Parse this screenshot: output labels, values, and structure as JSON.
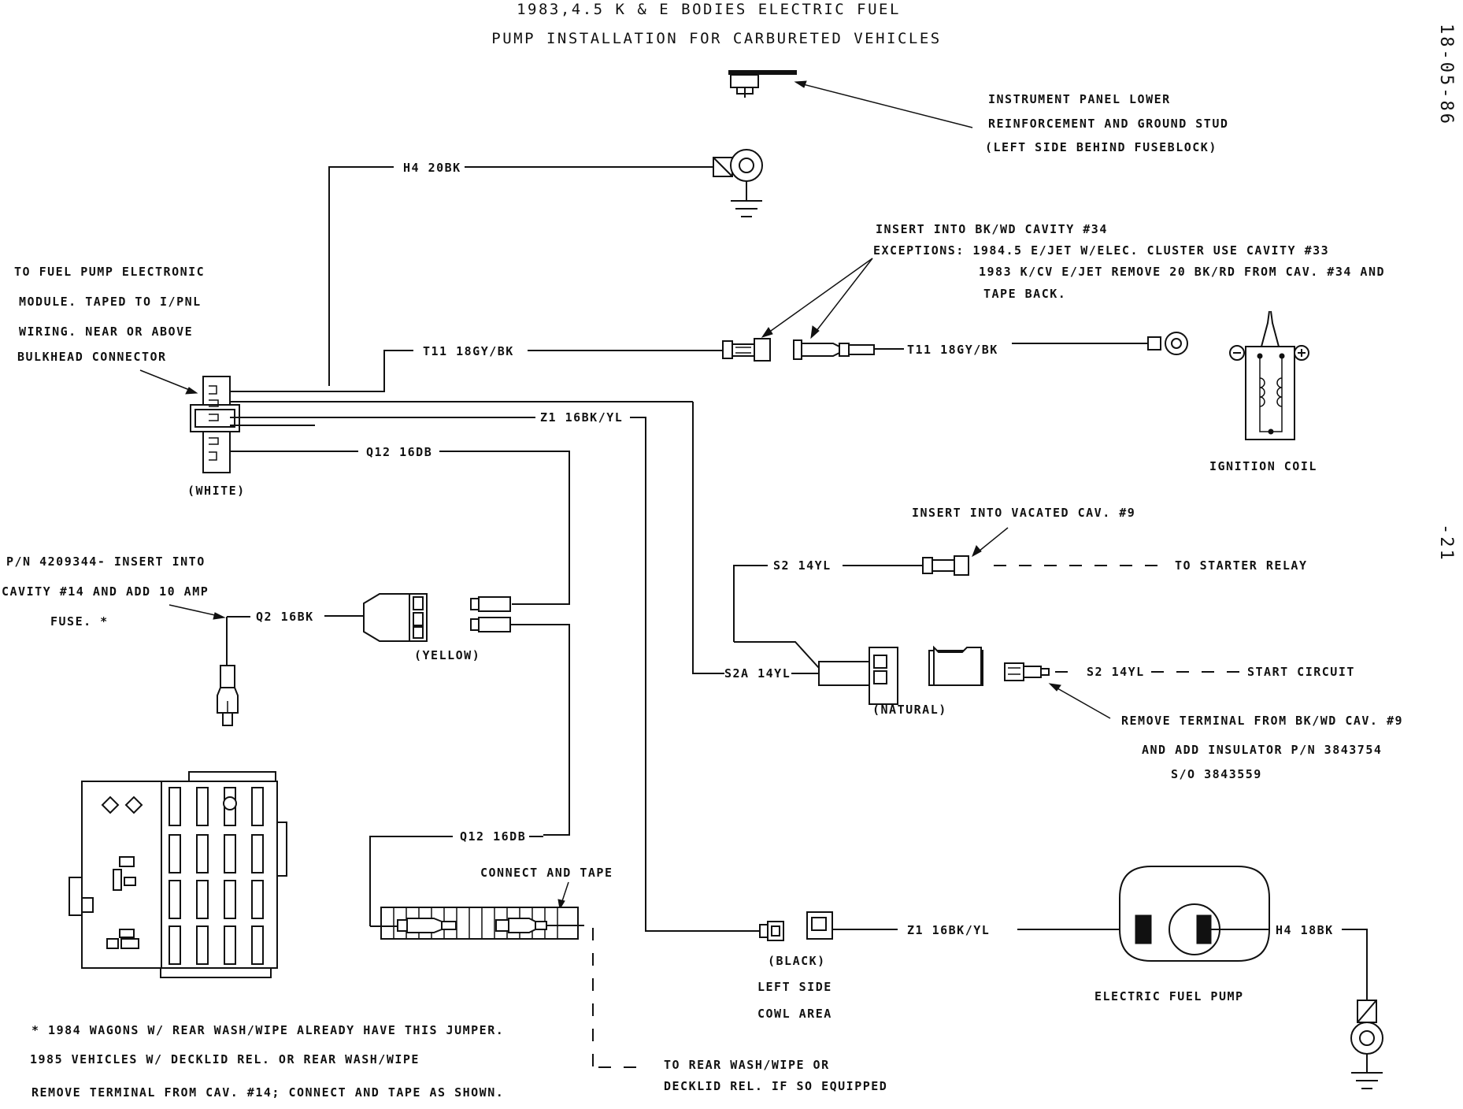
{
  "title": {
    "line1": "1983,4.5 K & E BODIES ELECTRIC FUEL",
    "line2": "PUMP INSTALLATION FOR CARBURETED VEHICLES"
  },
  "side_labels": {
    "code": "18-05-86",
    "page": "-21"
  },
  "labels": {
    "ground_stud": [
      "INSTRUMENT PANEL LOWER",
      "REINFORCEMENT AND GROUND STUD",
      "(LEFT SIDE BEHIND FUSEBLOCK)"
    ],
    "module": [
      "TO FUEL PUMP ELECTRONIC",
      "MODULE. TAPED TO I/PNL",
      "WIRING. NEAR OR ABOVE",
      "BULKHEAD CONNECTOR"
    ],
    "white": "(WHITE)",
    "insert_cavity": [
      "INSERT INTO BK/WD CAVITY #34",
      "EXCEPTIONS: 1984.5 E/JET W/ELEC. CLUSTER USE CAVITY #33",
      "1983 K/CV E/JET REMOVE 20 BK/RD FROM CAV. #34 AND",
      "TAPE BACK."
    ],
    "ignition_coil": "IGNITION COIL",
    "pn_insert": [
      "P/N 4209344- INSERT INTO",
      "CAVITY #14 AND ADD 10 AMP",
      "FUSE.  *"
    ],
    "yellow": "(YELLOW)",
    "insert_vacated": "INSERT INTO VACATED CAV. #9",
    "to_starter_relay": "TO STARTER RELAY",
    "start_circuit": "START CIRCUIT",
    "natural": "(NATURAL)",
    "remove_terminal": [
      "REMOVE TERMINAL FROM BK/WD CAV. #9",
      "AND ADD INSULATOR P/N 3843754",
      "S/O 3843559"
    ],
    "connect_tape": "CONNECT AND TAPE",
    "black_cowl": [
      "(BLACK)",
      "LEFT SIDE",
      "COWL AREA"
    ],
    "electric_fuel_pump": "ELECTRIC FUEL PUMP",
    "footnote": [
      "* 1984 WAGONS W/ REAR WASH/WIPE ALREADY HAVE THIS JUMPER.",
      "1985 VEHICLES W/ DECKLID REL. OR REAR WASH/WIPE",
      "REMOVE TERMINAL FROM CAV. #14; CONNECT AND TAPE AS SHOWN."
    ],
    "to_rear_wash": [
      "TO REAR WASH/WIPE OR",
      "DECKLID REL. IF SO EQUIPPED"
    ]
  },
  "wires": {
    "h4_20bk": "H4 20BK",
    "t11_left": "T11 18GY/BK",
    "t11_right": "T11 18GY/BK",
    "z1_top": "Z1 16BK/YL",
    "q12_top": "Q12 16DB",
    "q2": "Q2 16BK",
    "s2_top": "S2 14YL",
    "s2a": "S2A 14YL",
    "s2_right": "S2 14YL",
    "q12_bottom": "Q12 16DB",
    "z1_bottom": "Z1 16BK/YL",
    "h4_18bk": "H4 18BK"
  },
  "colors": {
    "ink": "#111111",
    "paper": "#ffffff"
  }
}
